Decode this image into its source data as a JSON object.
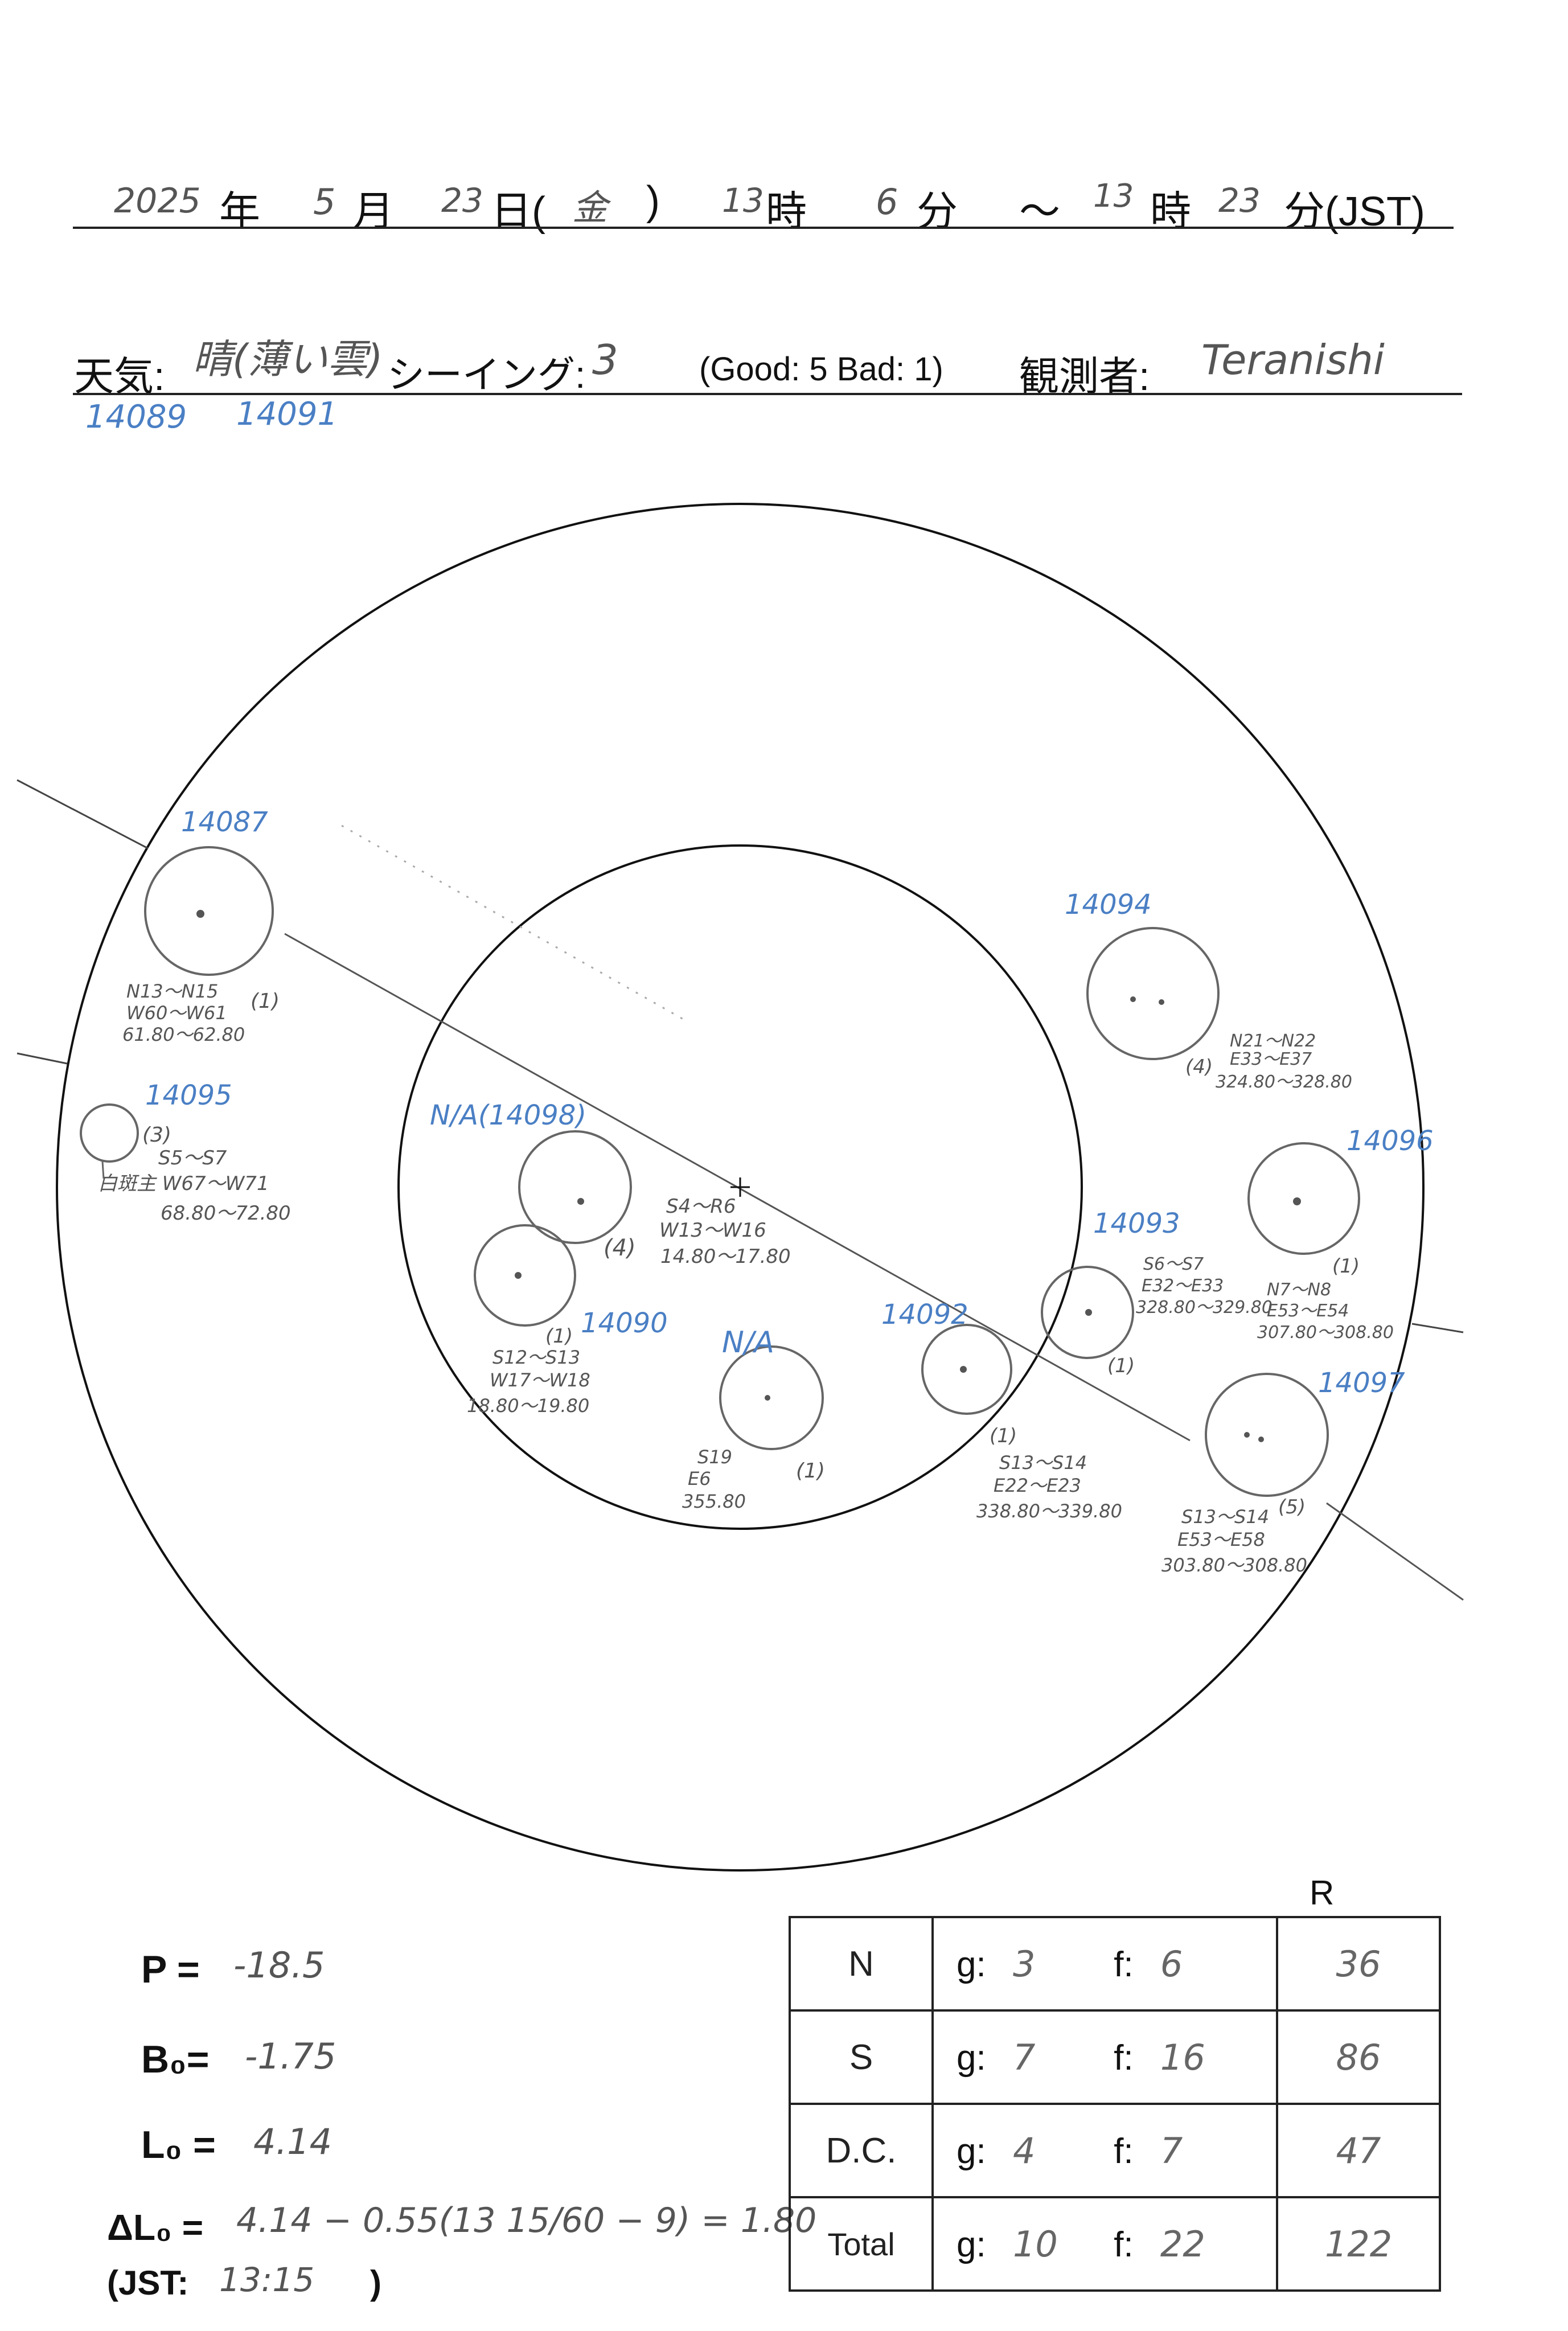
{
  "header": {
    "year": "2025",
    "year_kanji": "年",
    "month": "5",
    "month_kanji": "月",
    "day": "23",
    "day_kanji": "日(",
    "weekday": "金",
    "paren_close": ")",
    "start_hour": "13",
    "hour_kanji": "時",
    "start_min": "6",
    "min_kanji": "分",
    "tilde": "〜",
    "end_hour": "13",
    "end_hour_kanji": "時",
    "end_min": "23",
    "end_min_kanji": "分(JST)"
  },
  "weather_line": {
    "weather_label": "天気:",
    "weather_value": "晴(薄い雲)",
    "seeing_label": "シーイング:",
    "seeing_value": "3",
    "seeing_scale": "(Good: 5  Bad: 1)",
    "observer_label": "観測者:",
    "observer_value": "Teranishi"
  },
  "extra_regions": [
    "14089",
    "14091"
  ],
  "disk": {
    "regions": [
      {
        "label": "14087",
        "count": "(1)",
        "lines": [
          "N13〜N15",
          "W60〜W61",
          "61.80〜62.80"
        ]
      },
      {
        "label": "14095",
        "count": "(3)",
        "lines": [
          "S5〜S7",
          "白斑主 W67〜W71",
          "68.80〜72.80"
        ]
      },
      {
        "label": "N/A(14098)",
        "count": "(4)",
        "lines": [
          "S4〜R6",
          "W13〜W16",
          "14.80〜17.80"
        ]
      },
      {
        "label": "14090",
        "count": "(1)",
        "lines": [
          "S12〜S13",
          "W17〜W18",
          "18.80〜19.80"
        ]
      },
      {
        "label": "N/A",
        "count": "(1)",
        "lines": [
          "S19",
          "E6",
          "355.80"
        ]
      },
      {
        "label": "14092",
        "count": "(1)",
        "lines": [
          "S13〜S14",
          "E22〜E23",
          "338.80〜339.80"
        ]
      },
      {
        "label": "14093",
        "count": "(1)",
        "lines": [
          "S6〜S7",
          "E32〜E33",
          "328.80〜329.80"
        ]
      },
      {
        "label": "14094",
        "count": "(4)",
        "lines": [
          "N21〜N22",
          "E33〜E37",
          "324.80〜328.80"
        ]
      },
      {
        "label": "14096",
        "count": "(1)",
        "lines": [
          "N7〜N8",
          "E53〜E54",
          "307.80〜308.80"
        ]
      },
      {
        "label": "14097",
        "count": "(5)",
        "lines": [
          "S13〜S14",
          "E53〜E58",
          "303.80〜308.80"
        ]
      }
    ]
  },
  "params": {
    "p_label": "P =",
    "p_value": "-18.5",
    "b0_label": "B₀=",
    "b0_value": "-1.75",
    "l0_label": "L₀ =",
    "l0_value": "4.14",
    "dl0_label": "ΔL₀ =",
    "dl0_value": "4.14 − 0.55(13 15/60 − 9) = 1.80",
    "jst_label": "(JST:",
    "jst_value": "13:15",
    "jst_close": ")"
  },
  "counts": {
    "r_header": "R",
    "g_label": "g:",
    "f_label": "f:",
    "rows": [
      {
        "label": "N",
        "g": "3",
        "f": "6",
        "r": "36"
      },
      {
        "label": "S",
        "g": "7",
        "f": "16",
        "r": "86"
      },
      {
        "label": "D.C.",
        "g": "4",
        "f": "7",
        "r": "47"
      },
      {
        "label": "Total",
        "g": "10",
        "f": "22",
        "r": "122"
      }
    ]
  }
}
